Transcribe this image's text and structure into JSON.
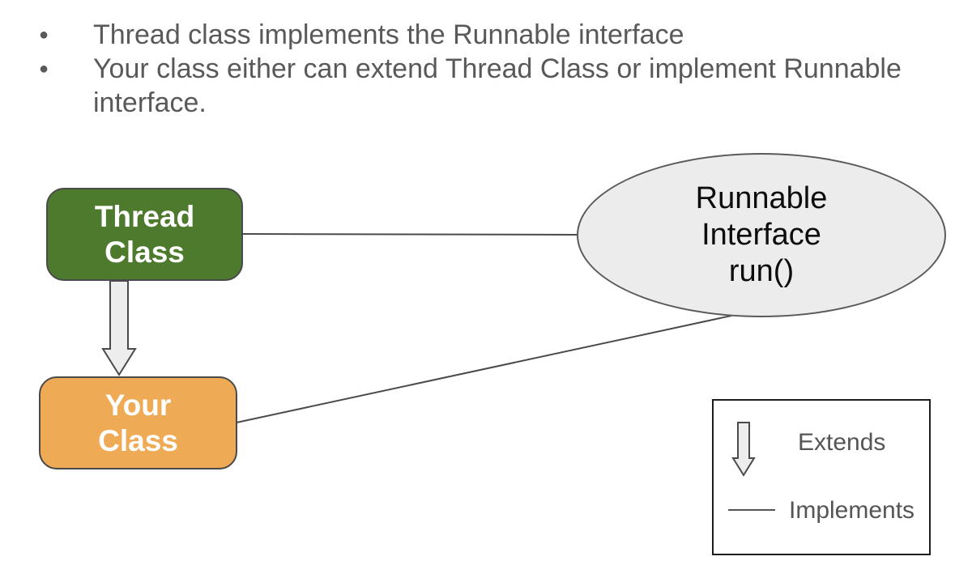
{
  "colors": {
    "green_fill": "#4e7a2e",
    "orange_fill": "#efaa55",
    "ellipse_fill": "#ececec",
    "ellipse_stroke": "#5a5a5a",
    "stroke_dark": "#4a4a4a",
    "arrow_fill": "#ededed",
    "text_gray": "#595959",
    "legend_text": "#555555",
    "legend_border": "#1d1d1d",
    "node_text": "#ffffff",
    "ellipse_text": "#0d0d0d"
  },
  "bullet_list": {
    "marker": "●",
    "items": [
      {
        "text": "Thread class implements the Runnable interface"
      },
      {
        "text": "Your class either can extend Thread Class or implement Runnable\ninterface."
      }
    ]
  },
  "diagram": {
    "nodes": {
      "thread_class": {
        "label": "Thread\nClass"
      },
      "your_class": {
        "label": "Your\nClass"
      },
      "runnable_interface": {
        "label": "Runnable\nInterface\nrun()"
      }
    },
    "edges": [
      {
        "from": "Thread Class",
        "to": "Runnable Interface",
        "relation": "implements"
      },
      {
        "from": "Your Class",
        "to": "Runnable Interface",
        "relation": "implements"
      },
      {
        "from": "Thread Class",
        "to": "Your Class",
        "relation": "extends"
      }
    ],
    "legend": {
      "extends_label": "Extends",
      "implements_label": "Implements"
    }
  }
}
